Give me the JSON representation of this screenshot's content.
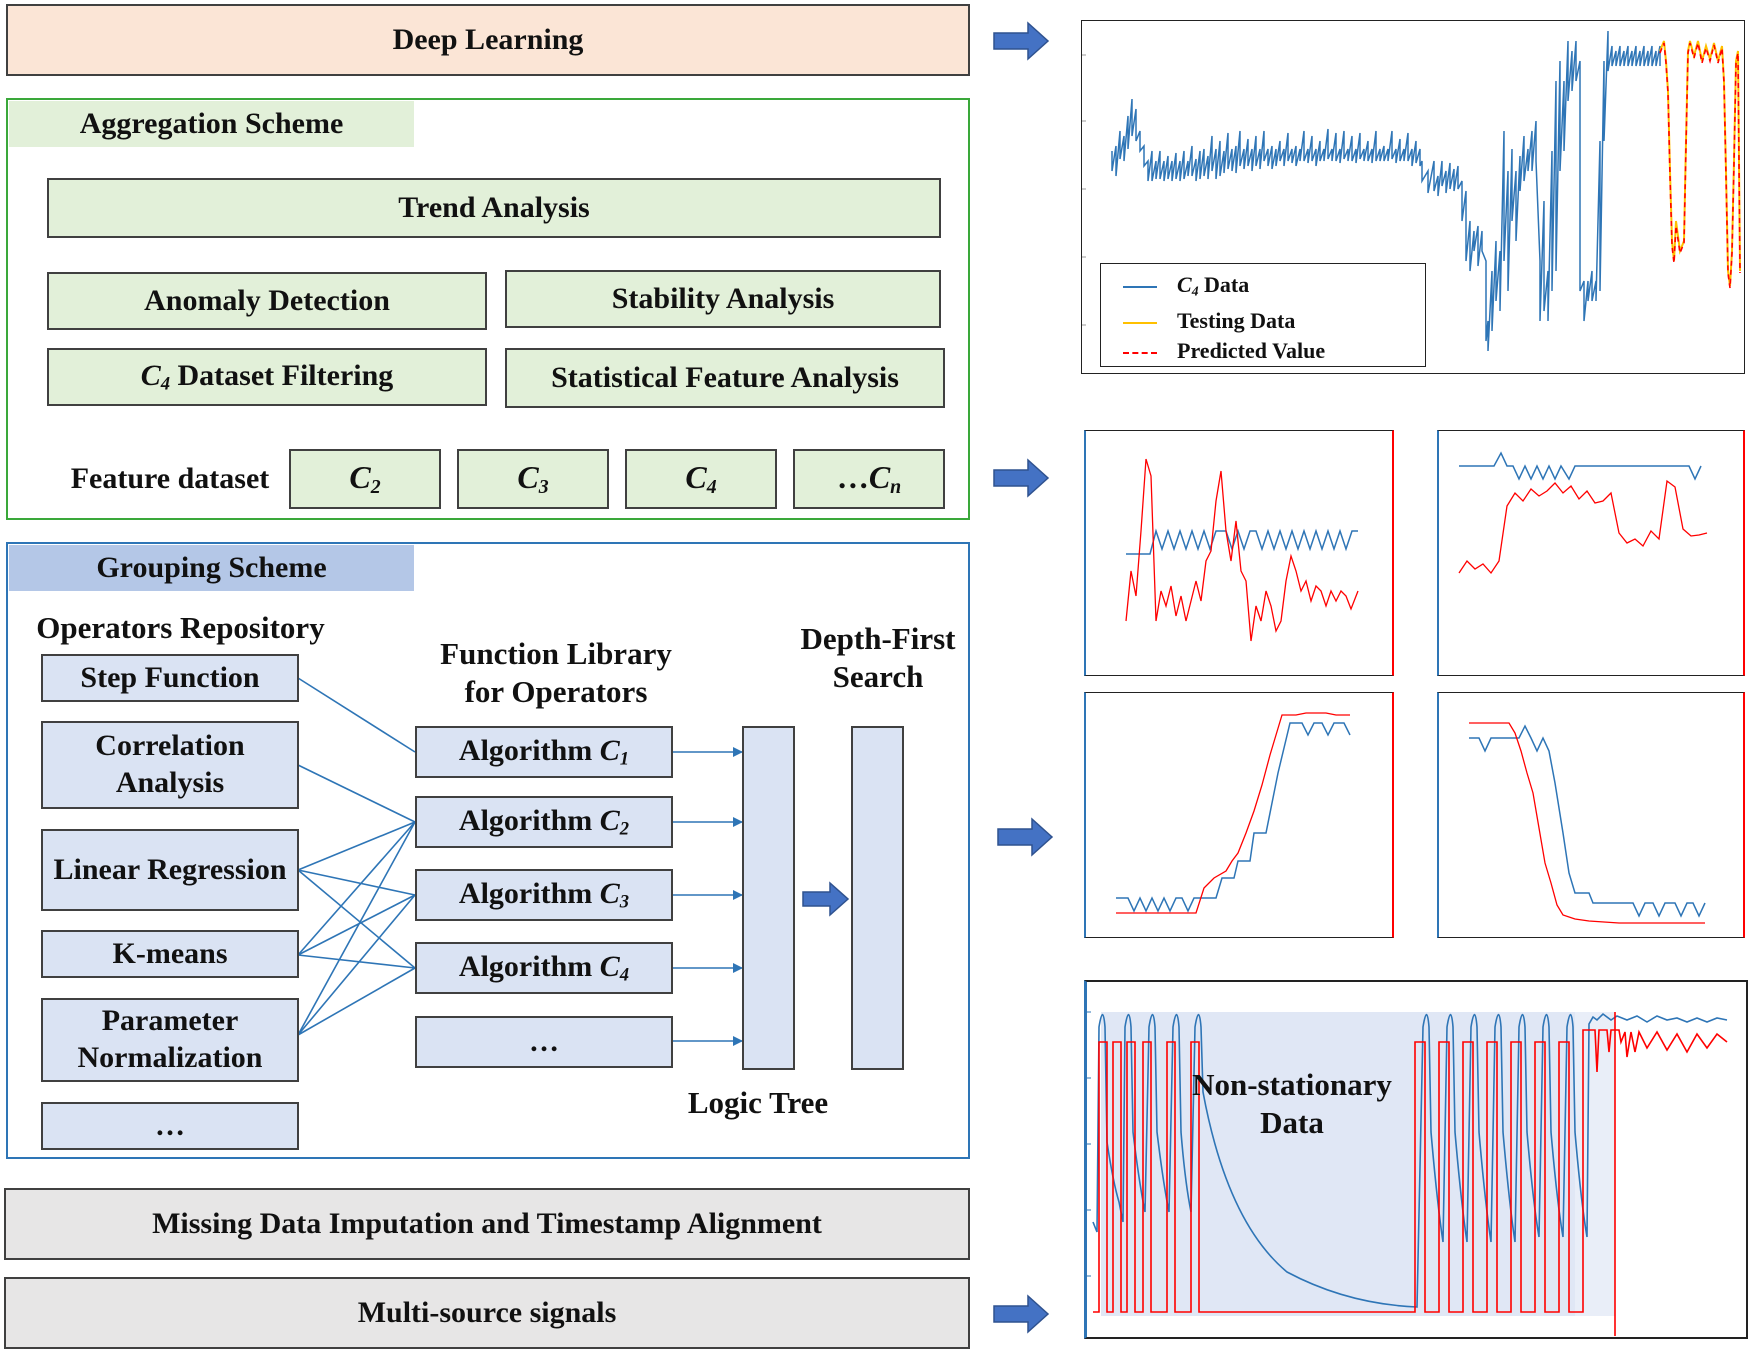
{
  "deep_learning": "Deep Learning",
  "aggregation": {
    "title": "Aggregation Scheme",
    "trend": "Trend Analysis",
    "anomaly": "Anomaly Detection",
    "stability": "Stability Analysis",
    "filtering_var": "C",
    "filtering_sub": "4",
    "filtering_text": " Dataset Filtering",
    "statistical": "Statistical Feature Analysis",
    "feature_label": "Feature dataset",
    "features": [
      {
        "prefix": "",
        "var": "C",
        "sub": "2"
      },
      {
        "prefix": "",
        "var": "C",
        "sub": "3"
      },
      {
        "prefix": "",
        "var": "C",
        "sub": "4"
      },
      {
        "prefix": "…",
        "var": "C",
        "sub": "n"
      }
    ]
  },
  "grouping": {
    "title": "Grouping Scheme",
    "repo_title": "Operators Repository",
    "operators": [
      "Step Function",
      "Correlation Analysis",
      "Linear Regression",
      "K-means",
      "Parameter Normalization",
      "…"
    ],
    "library_title": "Function Library for Operators",
    "algorithm_word": "Algorithm ",
    "algorithms": [
      {
        "var": "C",
        "sub": "1"
      },
      {
        "var": "C",
        "sub": "2"
      },
      {
        "var": "C",
        "sub": "3"
      },
      {
        "var": "C",
        "sub": "4"
      }
    ],
    "algorithm_more": "…",
    "logic_tree": "Logic Tree",
    "dfs": "Depth-First Search"
  },
  "missing": "Missing Data Imputation and Timestamp Alignment",
  "multisource": "Multi-source signals",
  "legend": {
    "c4_var": "C",
    "c4_sub": "4",
    "c4_text": " Data",
    "testing": "Testing Data",
    "predicted": "Predicted Value"
  },
  "nonstationary": "Non-stationary Data",
  "colors": {
    "blue_series": "#2e75b6",
    "red_series": "#ff0000",
    "testing": "#ffc000",
    "arrow": "#4472c4",
    "green_border": "#3aa83a",
    "blue_border": "#2e75b6"
  }
}
